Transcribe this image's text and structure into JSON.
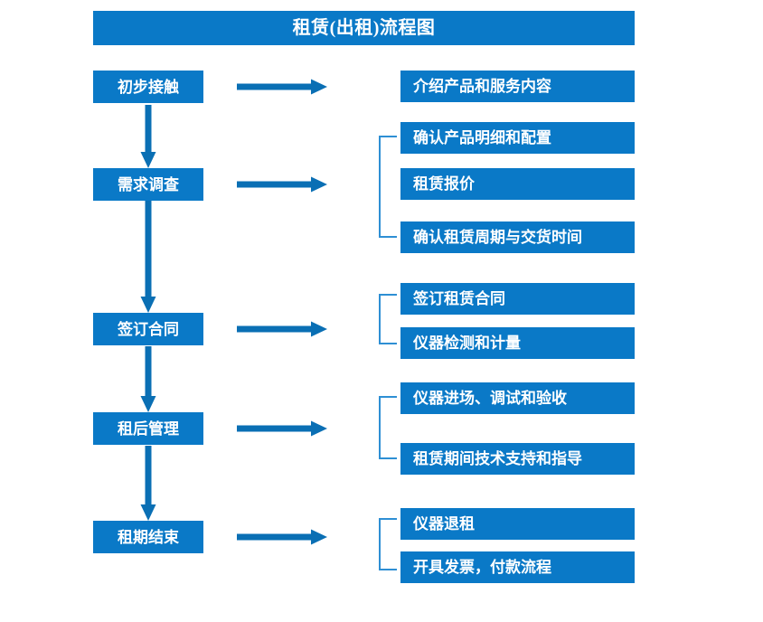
{
  "diagram": {
    "type": "flowchart",
    "title": "租赁(出租)流程图",
    "colors": {
      "box_fill": "#0a79c7",
      "box_text": "#ffffff",
      "arrow": "#0a6fb4",
      "bracket": "#2e8fd4",
      "background": "#ffffff"
    },
    "stages": [
      {
        "id": "stage-1",
        "label": "初步接触",
        "details": [
          "介绍产品和服务内容"
        ],
        "bracketed": false
      },
      {
        "id": "stage-2",
        "label": "需求调查",
        "details": [
          "确认产品明细和配置",
          "租赁报价",
          "确认租赁周期与交货时间"
        ],
        "bracketed": true
      },
      {
        "id": "stage-3",
        "label": "签订合同",
        "details": [
          "签订租赁合同",
          "仪器检测和计量"
        ],
        "bracketed": true
      },
      {
        "id": "stage-4",
        "label": "租后管理",
        "details": [
          "仪器进场、调试和验收",
          "租赁期间技术支持和指导"
        ],
        "bracketed": true
      },
      {
        "id": "stage-5",
        "label": "租期结束",
        "details": [
          "仪器退租",
          "开具发票，付款流程"
        ],
        "bracketed": true
      }
    ],
    "details_flat": [
      "介绍产品和服务内容",
      "确认产品明细和配置",
      "租赁报价",
      "确认租赁周期与交货时间",
      "签订租赁合同",
      "仪器检测和计量",
      "仪器进场、调试和验收",
      "租赁期间技术支持和指导",
      "仪器退租",
      "开具发票，付款流程"
    ],
    "connectors": {
      "vertical_arrow_count": 4,
      "horizontal_arrow_count": 5,
      "bracket_count": 4
    }
  }
}
